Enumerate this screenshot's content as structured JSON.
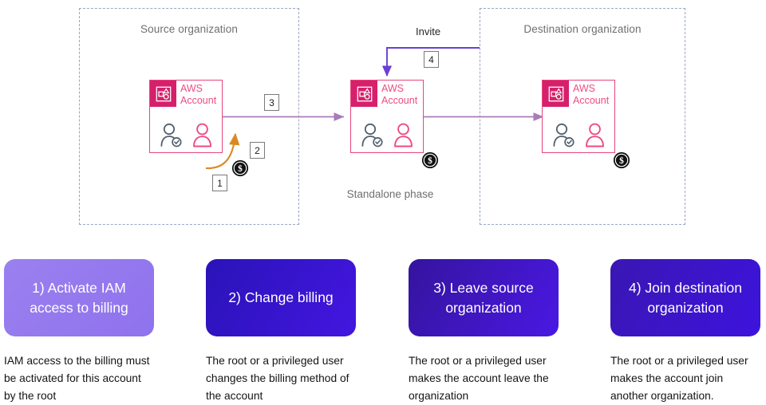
{
  "diagram": {
    "source_org_label": "Source organization",
    "destination_org_label": "Destination organization",
    "standalone_phase_label": "Standalone phase",
    "invite_label": "Invite",
    "aws_account_line1": "AWS",
    "aws_account_line2": "Account",
    "steps": {
      "one": "1",
      "two": "2",
      "three": "3",
      "four": "4"
    },
    "colors": {
      "org_border": "#9aa5c4",
      "node_border": "#e8467c",
      "node_badge": "#d6206b",
      "node_text": "#ef4b86",
      "flow_arrow": "#a97bb9",
      "billing_arrow": "#d88a22",
      "invite_arrow": "#6b3fd4",
      "coin": "#111111",
      "user_admin": "#51606e",
      "user_pink": "#ef4b86"
    }
  },
  "cards": [
    {
      "title": "1) Activate IAM access to billing",
      "body": "IAM access to the billing must be activated for this account by the root",
      "fill_from": "#9a80ef",
      "fill_to": "#8f72ee"
    },
    {
      "title": "2) Change billing",
      "body": "The root or a privileged user changes the billing method of the account",
      "fill_from": "#2a13b8",
      "fill_to": "#4316e0"
    },
    {
      "title": "3) Leave source organization",
      "body": "The root or a privileged user makes the account leave the organization",
      "fill_from": "#35149e",
      "fill_to": "#4a18e3"
    },
    {
      "title": "4) Join destination organization",
      "body": "The root or a privileged user makes the account join another organization.",
      "fill_from": "#3a17b3",
      "fill_to": "#3d13dd"
    }
  ]
}
